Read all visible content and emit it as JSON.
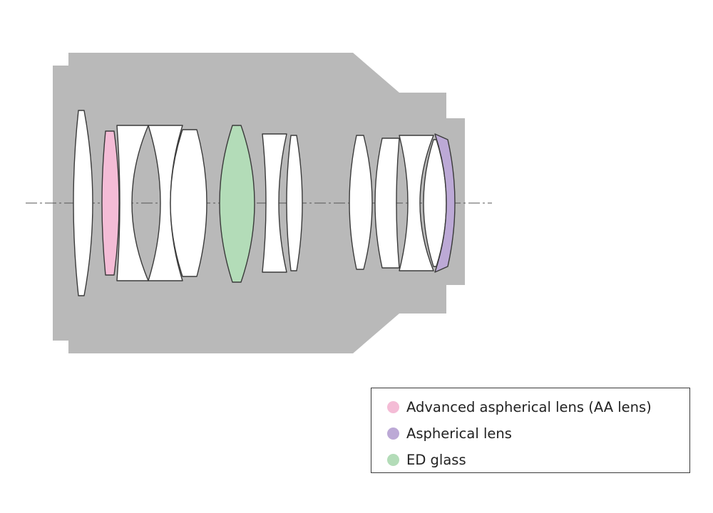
{
  "colors": {
    "barrel": "#b9b9b9",
    "lens_plain": "#ffffff",
    "lens_outline": "#3a3a3a",
    "aa_lens": "#f4bcd6",
    "aspherical_lens": "#bca9d6",
    "ed_glass": "#b3dcb8",
    "axis_line": "#555555"
  },
  "legend": {
    "items": [
      {
        "key": "aa_lens",
        "label": "Advanced aspherical lens (AA lens)",
        "color": "#f4bcd6"
      },
      {
        "key": "aspherical_lens",
        "label": "Aspherical lens",
        "color": "#bca9d6"
      },
      {
        "key": "ed_glass",
        "label": "ED glass",
        "color": "#b3dcb8"
      }
    ]
  },
  "elements": [
    {
      "id": 1,
      "type": "plain"
    },
    {
      "id": 2,
      "type": "aa_lens"
    },
    {
      "id": 3,
      "type": "plain"
    },
    {
      "id": 4,
      "type": "plain"
    },
    {
      "id": 5,
      "type": "plain"
    },
    {
      "id": 6,
      "type": "ed_glass"
    },
    {
      "id": 7,
      "type": "plain"
    },
    {
      "id": 8,
      "type": "plain"
    },
    {
      "id": 9,
      "type": "plain"
    },
    {
      "id": 10,
      "type": "plain"
    },
    {
      "id": 11,
      "type": "plain"
    },
    {
      "id": 12,
      "type": "plain"
    },
    {
      "id": 13,
      "type": "aspherical_lens"
    }
  ]
}
